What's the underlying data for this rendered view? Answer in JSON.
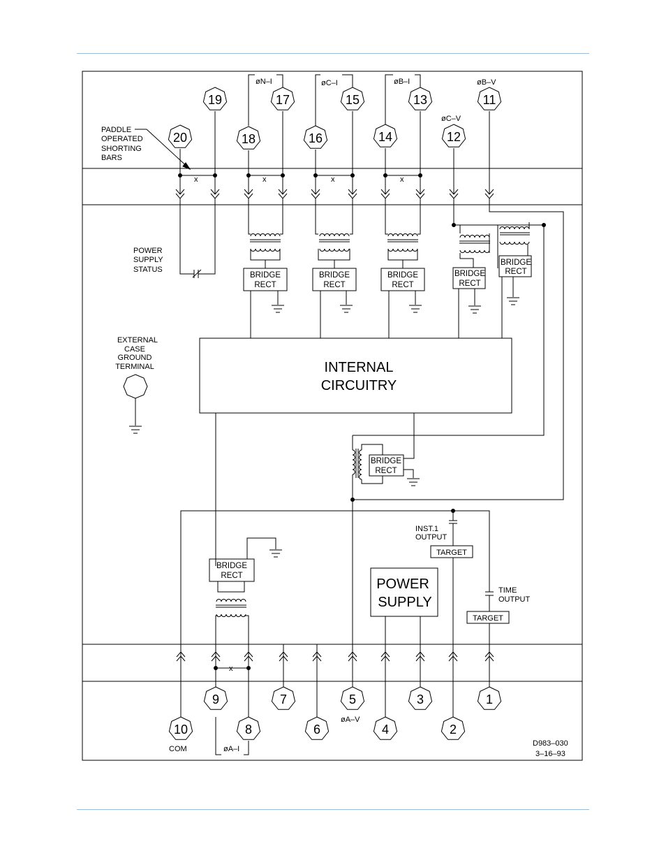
{
  "diagram": {
    "labels": {
      "paddle": [
        "PADDLE",
        "OPERATED",
        "SHORTING",
        "BARS"
      ],
      "power_supply_status": [
        "POWER",
        "SUPPLY",
        "STATUS"
      ],
      "external_ground": [
        "EXTERNAL",
        "CASE",
        "GROUND",
        "TERMINAL"
      ],
      "internal_circuitry": [
        "INTERNAL",
        "CIRCUITRY"
      ],
      "power_supply": [
        "POWER",
        "SUPPLY"
      ],
      "bridge_rect": [
        "BRIDGE",
        "RECT"
      ],
      "inst_output": [
        "INST.1",
        "OUTPUT"
      ],
      "time_output": [
        "TIME",
        "OUTPUT"
      ],
      "target": "TARGET",
      "phase_n_i": "øN–I",
      "phase_c_i": "øC–I",
      "phase_b_i": "øB–I",
      "phase_b_v": "øB–V",
      "phase_c_v": "øC–V",
      "phase_a_v": "øA–V",
      "phase_a_i": "øA–I",
      "com": "COM",
      "drawing_number": "D983–030",
      "drawing_date": "3–16–93"
    },
    "terminals": {
      "t1": "1",
      "t2": "2",
      "t3": "3",
      "t4": "4",
      "t5": "5",
      "t6": "6",
      "t7": "7",
      "t8": "8",
      "t9": "9",
      "t10": "10",
      "t11": "11",
      "t12": "12",
      "t13": "13",
      "t14": "14",
      "t15": "15",
      "t16": "16",
      "t17": "17",
      "t18": "18",
      "t19": "19",
      "t20": "20"
    }
  }
}
